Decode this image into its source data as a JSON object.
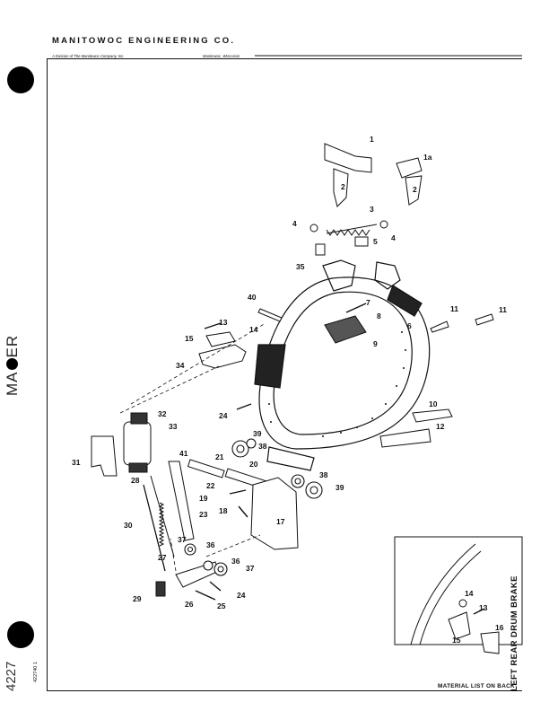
{
  "header": {
    "company": "MANITOWOC ENGINEERING CO.",
    "division": "A Division of The Manitowoc Company, Inc.",
    "location": "Manitowoc, Wisconsin"
  },
  "title": "LEFT REAR DRUM BRAKE",
  "footer": "MATERIAL LIST ON BACK",
  "doc_number": "422740 1",
  "stamps": {
    "binder": {
      "before": "MA",
      "after": "ER"
    },
    "lower": "4227"
  },
  "callouts": [
    {
      "id": "c1",
      "text": "1"
    },
    {
      "id": "c1a",
      "text": "1a"
    },
    {
      "id": "c2a",
      "text": "2"
    },
    {
      "id": "c2b",
      "text": "2"
    },
    {
      "id": "c3",
      "text": "3"
    },
    {
      "id": "c4a",
      "text": "4"
    },
    {
      "id": "c4b",
      "text": "4"
    },
    {
      "id": "c5",
      "text": "5"
    },
    {
      "id": "c6",
      "text": "6"
    },
    {
      "id": "c7",
      "text": "7"
    },
    {
      "id": "c8",
      "text": "8"
    },
    {
      "id": "c9",
      "text": "9"
    },
    {
      "id": "c10",
      "text": "10"
    },
    {
      "id": "c11a",
      "text": "11"
    },
    {
      "id": "c11b",
      "text": "11"
    },
    {
      "id": "c12",
      "text": "12"
    },
    {
      "id": "c13",
      "text": "13"
    },
    {
      "id": "c14",
      "text": "14"
    },
    {
      "id": "c15",
      "text": "15"
    },
    {
      "id": "c17",
      "text": "17"
    },
    {
      "id": "c18",
      "text": "18"
    },
    {
      "id": "c19",
      "text": "19"
    },
    {
      "id": "c20",
      "text": "20"
    },
    {
      "id": "c21",
      "text": "21"
    },
    {
      "id": "c22",
      "text": "22"
    },
    {
      "id": "c23",
      "text": "23"
    },
    {
      "id": "c24a",
      "text": "24"
    },
    {
      "id": "c24b",
      "text": "24"
    },
    {
      "id": "c25",
      "text": "25"
    },
    {
      "id": "c26",
      "text": "26"
    },
    {
      "id": "c27",
      "text": "27"
    },
    {
      "id": "c28",
      "text": "28"
    },
    {
      "id": "c29",
      "text": "29"
    },
    {
      "id": "c30",
      "text": "30"
    },
    {
      "id": "c31",
      "text": "31"
    },
    {
      "id": "c32",
      "text": "32"
    },
    {
      "id": "c33",
      "text": "33"
    },
    {
      "id": "c34",
      "text": "34"
    },
    {
      "id": "c35",
      "text": "35"
    },
    {
      "id": "c36a",
      "text": "36"
    },
    {
      "id": "c36b",
      "text": "36"
    },
    {
      "id": "c37a",
      "text": "37"
    },
    {
      "id": "c37b",
      "text": "37"
    },
    {
      "id": "c38a",
      "text": "38"
    },
    {
      "id": "c38b",
      "text": "38"
    },
    {
      "id": "c39a",
      "text": "39"
    },
    {
      "id": "c39b",
      "text": "39"
    },
    {
      "id": "c40",
      "text": "40"
    },
    {
      "id": "c41",
      "text": "41"
    }
  ],
  "inset_callouts": [
    {
      "id": "i13",
      "text": "13"
    },
    {
      "id": "i14",
      "text": "14"
    },
    {
      "id": "i15",
      "text": "15"
    },
    {
      "id": "i16",
      "text": "16"
    }
  ]
}
